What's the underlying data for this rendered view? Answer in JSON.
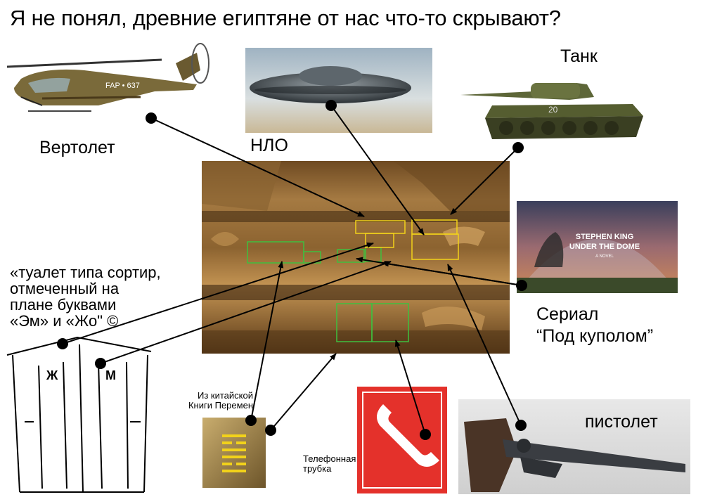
{
  "title": "Я не понял, древние египтяне от нас что-то скрывают?",
  "labels": {
    "helicopter": "Вертолет",
    "ufo": "НЛО",
    "tank": "Танк",
    "serial_line1": "Сериал",
    "serial_line2": "“Под куполом”",
    "pistol": "пистолет",
    "phone_line1": "Телефонная",
    "phone_line2": "трубка",
    "iching_line1": "Из китайской",
    "iching_line2": "Книги Перемен",
    "toilet_line1": "«туалет типа сортир,",
    "toilet_line2": "отмеченный на",
    "toilet_line3": "плане буквами",
    "toilet_line4": "«Эм» и «Жо\" ©"
  },
  "images": {
    "helicopter_tail_number": "FAP • 637",
    "tank_number": "20",
    "dome_poster_line1": "STEPHEN KING",
    "dome_poster_line2": "UNDER THE DOME",
    "dome_poster_line3": "A NOVEL",
    "outhouse_left_letter": "Ж",
    "outhouse_right_letter": "М"
  },
  "colors": {
    "relief_box_green": "#3fbf3f",
    "relief_box_yellow": "#f2d21a",
    "sign_red": "#e4312b"
  }
}
